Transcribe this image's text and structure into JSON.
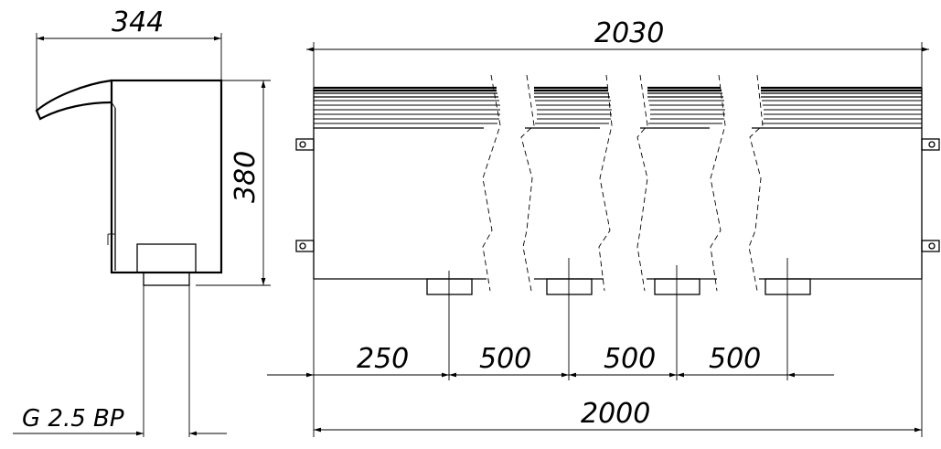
{
  "dimensions": {
    "side_width": "344",
    "side_height": "380",
    "overall_length": "2030",
    "pipe_span": "2000",
    "offset_first": "250",
    "spacing_1": "500",
    "spacing_2": "500",
    "spacing_3": "500"
  },
  "thread_note": "G 2.5 BP"
}
